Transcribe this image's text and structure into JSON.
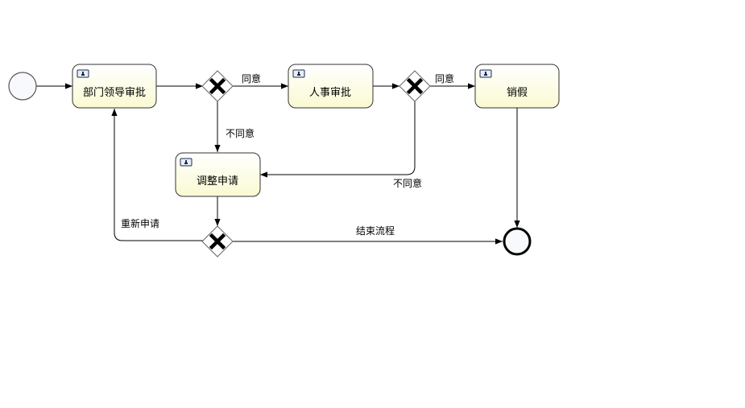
{
  "diagram": {
    "type": "bpmn-process",
    "colors": {
      "task_fill_top": "#ffffff",
      "task_fill_bottom": "#fafad2",
      "task_stroke": "#333333",
      "gateway_fill": "#ffffff",
      "event_fill": "#f8f9fc",
      "line": "#000000"
    },
    "start_event": {
      "id": "start",
      "label": ""
    },
    "end_event": {
      "id": "end",
      "label": ""
    },
    "tasks": [
      {
        "id": "dept_approve",
        "label": "部门领导审批",
        "icon": "user-task-icon"
      },
      {
        "id": "hr_approve",
        "label": "人事审批",
        "icon": "user-task-icon"
      },
      {
        "id": "cancel_leave",
        "label": "销假",
        "icon": "user-task-icon"
      },
      {
        "id": "adjust_request",
        "label": "调整申请",
        "icon": "user-task-icon"
      }
    ],
    "gateways": [
      {
        "id": "gw1",
        "type": "exclusive"
      },
      {
        "id": "gw2",
        "type": "exclusive"
      },
      {
        "id": "gw3",
        "type": "exclusive"
      }
    ],
    "flows": [
      {
        "from": "start",
        "to": "dept_approve",
        "label": ""
      },
      {
        "from": "dept_approve",
        "to": "gw1",
        "label": ""
      },
      {
        "from": "gw1",
        "to": "hr_approve",
        "label": "同意"
      },
      {
        "from": "gw1",
        "to": "adjust_request",
        "label": "不同意"
      },
      {
        "from": "hr_approve",
        "to": "gw2",
        "label": ""
      },
      {
        "from": "gw2",
        "to": "cancel_leave",
        "label": "同意"
      },
      {
        "from": "gw2",
        "to": "adjust_request",
        "label": "不同意"
      },
      {
        "from": "cancel_leave",
        "to": "end",
        "label": ""
      },
      {
        "from": "adjust_request",
        "to": "gw3",
        "label": ""
      },
      {
        "from": "gw3",
        "to": "dept_approve",
        "label": "重新申请"
      },
      {
        "from": "gw3",
        "to": "end",
        "label": "结束流程"
      }
    ]
  }
}
